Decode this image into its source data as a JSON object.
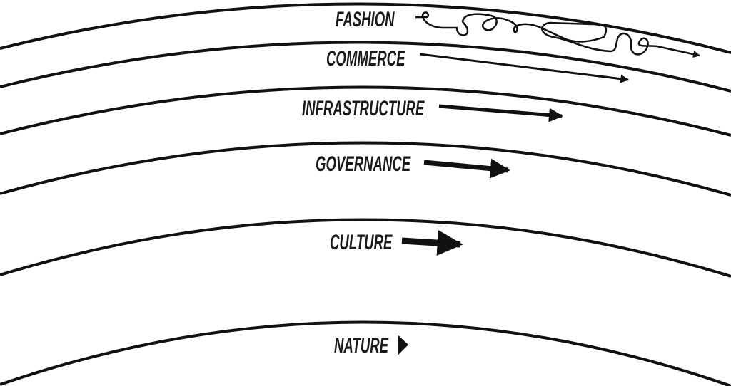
{
  "diagram": {
    "ink_color": "#111111",
    "layers": [
      {
        "label": "FASHION",
        "arrow": "squiggle-arrow"
      },
      {
        "label": "COMMERCE",
        "arrow": "long-arrow"
      },
      {
        "label": "INFRASTRUCTURE",
        "arrow": "arrow"
      },
      {
        "label": "GOVERNANCE",
        "arrow": "arrow"
      },
      {
        "label": "CULTURE",
        "arrow": "short-arrow"
      },
      {
        "label": "NATURE",
        "arrow": "triangle"
      }
    ]
  }
}
